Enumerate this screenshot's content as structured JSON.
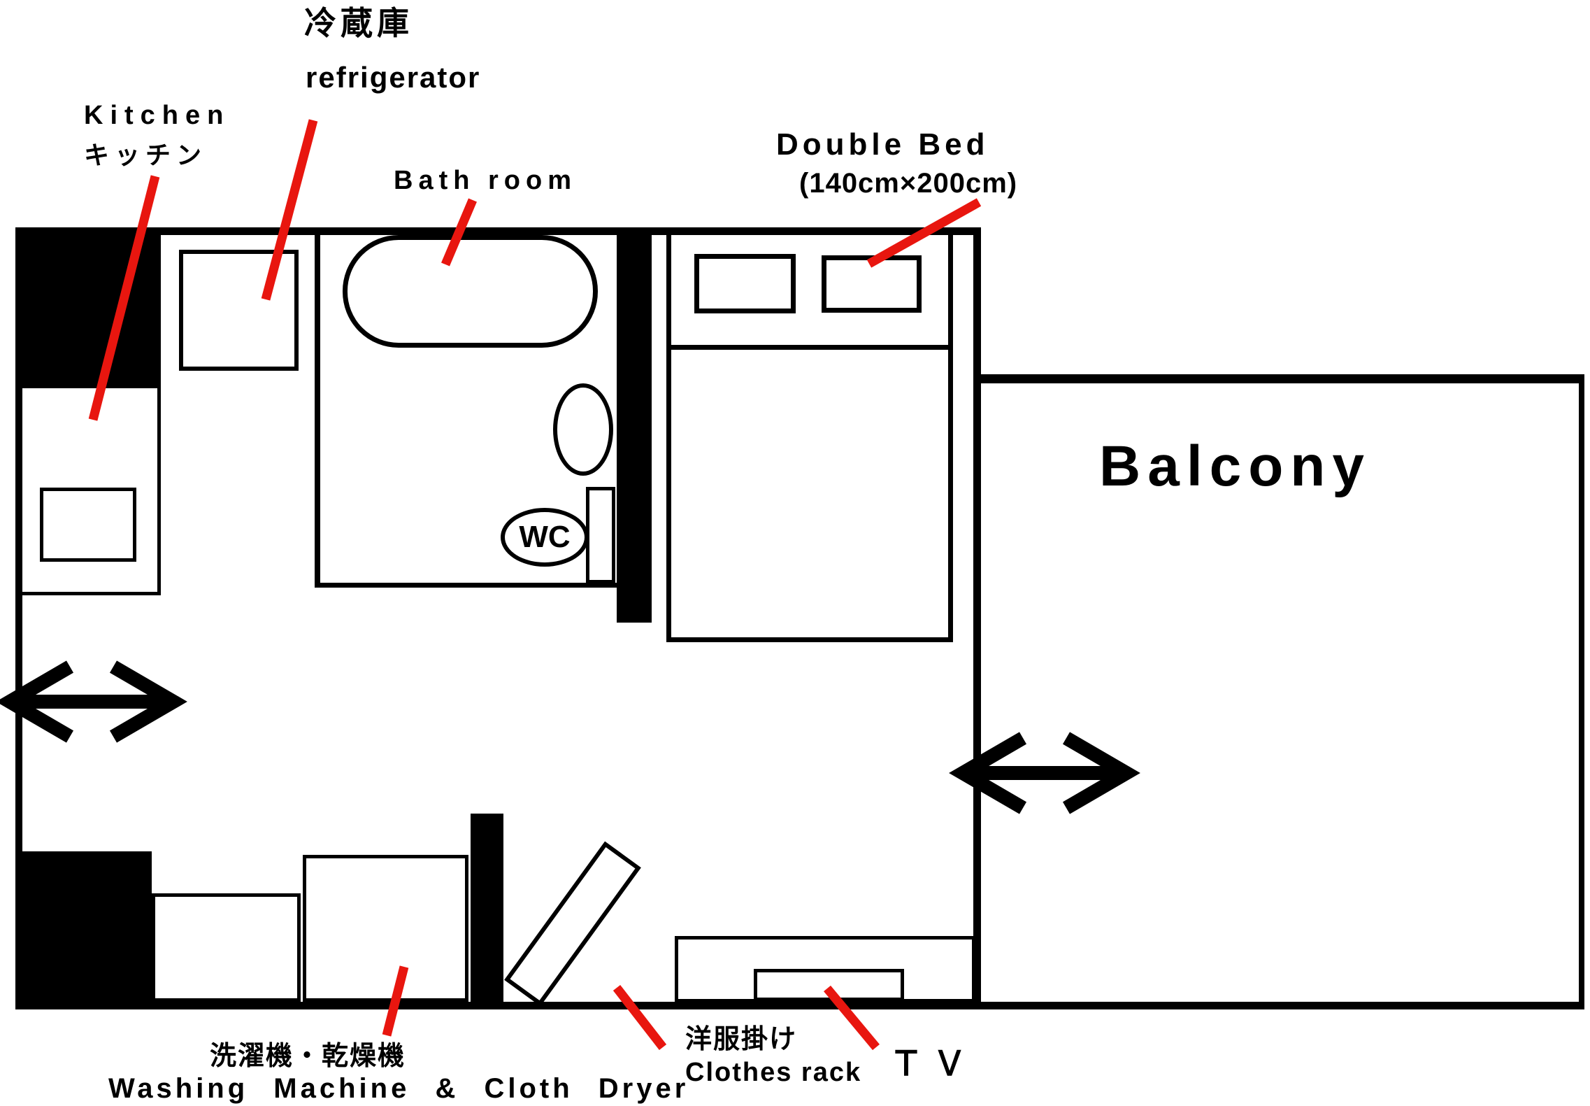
{
  "plan": {
    "colors": {
      "wall": "#000000",
      "leader_line": "#e8160f",
      "background": "#ffffff"
    },
    "labels": {
      "refrigerator_jp": "冷蔵庫",
      "refrigerator_en": "refrigerator",
      "kitchen_en": "Kitchen",
      "kitchen_jp": "キッチン",
      "bathroom": "Bath room",
      "double_bed_line1": "Double Bed",
      "double_bed_line2": "(140cm×200cm)",
      "balcony": "Balcony",
      "wc": "WC",
      "washer_jp": "洗濯機・乾燥機",
      "washer_en": "Washing Machine & Cloth Dryer",
      "clothes_rack_jp": "洋服掛け",
      "clothes_rack_en": "Clothes rack",
      "tv": "ＴＶ"
    }
  }
}
